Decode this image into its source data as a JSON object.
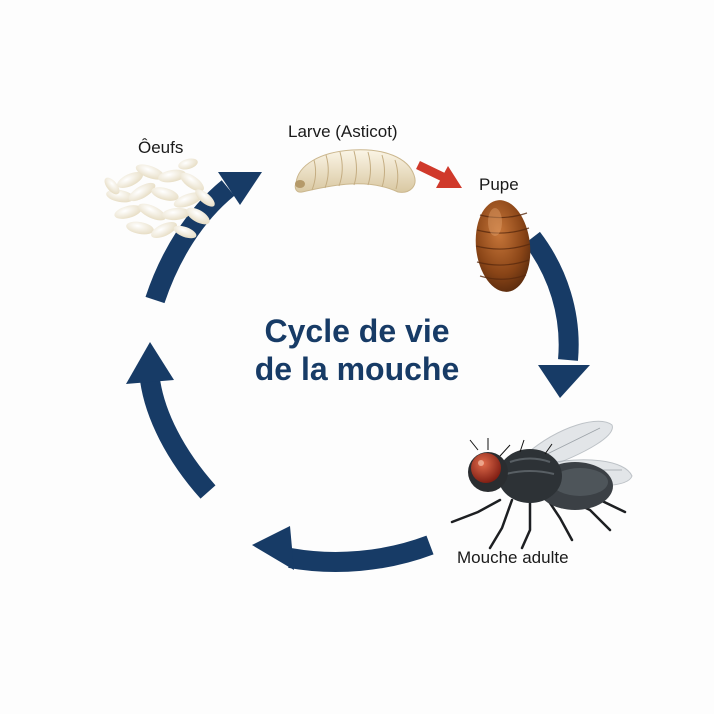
{
  "title": {
    "line1": "Cycle de vie",
    "line2": "de la mouche"
  },
  "stages": {
    "eggs": "Ôeufs",
    "larva": "Larve (Asticot)",
    "pupa": "Pupe",
    "adult": "Mouche adulte"
  },
  "colors": {
    "cycle_arrow": "#173b66",
    "accent_arrow": "#d0392b",
    "title": "#173b66",
    "background": "#fdfdfd"
  },
  "icons": {
    "eggs": "egg-cluster-icon",
    "larva": "maggot-icon",
    "pupa": "pupa-icon",
    "adult": "housefly-icon"
  }
}
